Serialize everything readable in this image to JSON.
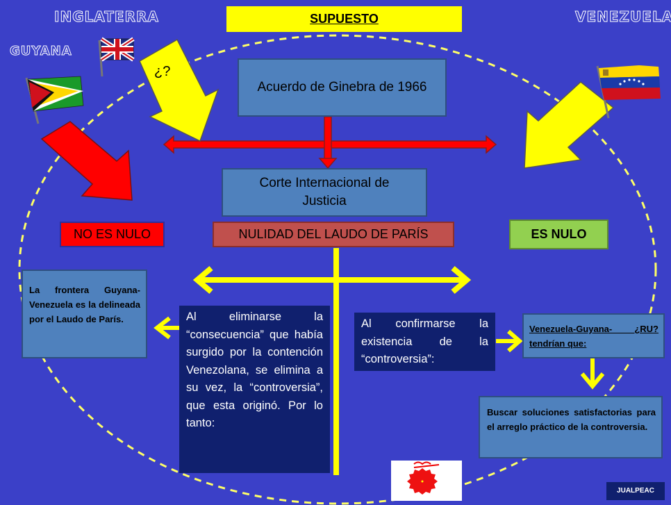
{
  "title": "SUPUESTO",
  "countries": {
    "england": "INGLATERRA",
    "guyana": "GUYANA",
    "venezuela": "VENEZUELA"
  },
  "question_mark": "¿?",
  "treaty": "Acuerdo de Ginebra de 1966",
  "court": "Corte Internacional de Justicia",
  "options": {
    "not_null": "NO ES NULO",
    "nullity": "NULIDAD DEL LAUDO DE PARÍS",
    "null": "ES NULO"
  },
  "left_text": "La frontera Guyana-Venezuela es la delineada por el Laudo de París.",
  "center_text": "Al eliminarse la “consecuencia” que había surgido por la contención Venezolana, se elimina a su vez, la “controversia”, que esta originó. Por lo tanto:",
  "right_text": "Al confirmarse la existencia de la “controversia”:",
  "vg_text": "Venezuela-Guyana- ¿RU? tendrían que:",
  "solution_text": "Buscar soluciones satisfactorias para el arreglo práctico de la controversia.",
  "signature": "JUALPEAC",
  "colors": {
    "background": "#3b40c8",
    "yellow": "#ffff00",
    "red_arrow": "#ff0000",
    "box_blue": "#4f81bd",
    "navy": "#10206e",
    "green": "#92d050",
    "nullity_red": "#c0504d"
  },
  "icons": [
    "uk-flag-icon",
    "guyana-flag-icon",
    "venezuela-flag-icon",
    "seal-icon"
  ]
}
